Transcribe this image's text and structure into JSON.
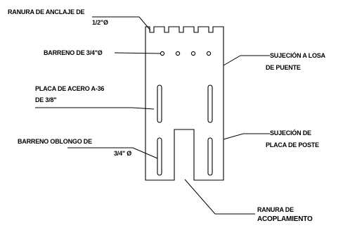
{
  "labels": {
    "ranura_anclaje": {
      "line1": "RANURA DE ANCLAJE DE",
      "line2": "1/2\"Ø"
    },
    "barreno": "BARRENO DE 3/4\"Ø",
    "placa_acero": {
      "line1": "PLACA DE ACERO A-36",
      "line2": "DE 3/8\""
    },
    "barreno_oblongo": {
      "line1": "BARRENO OBLONGO DE",
      "line2": "3/4\" Ø"
    },
    "sujecion_losa": {
      "line1": "SUJECIÓN A LOSA",
      "line2": "DE PUENTE"
    },
    "sujecion_placa": {
      "line1": "SUJECIÓN DE",
      "line2": "PLACA DE POSTE"
    },
    "ranura_acoplamiento": {
      "line1": "RANURA DE",
      "line2": "ACOPLAMIENTO"
    }
  },
  "colors": {
    "line": "#000000",
    "background": "#ffffff"
  }
}
